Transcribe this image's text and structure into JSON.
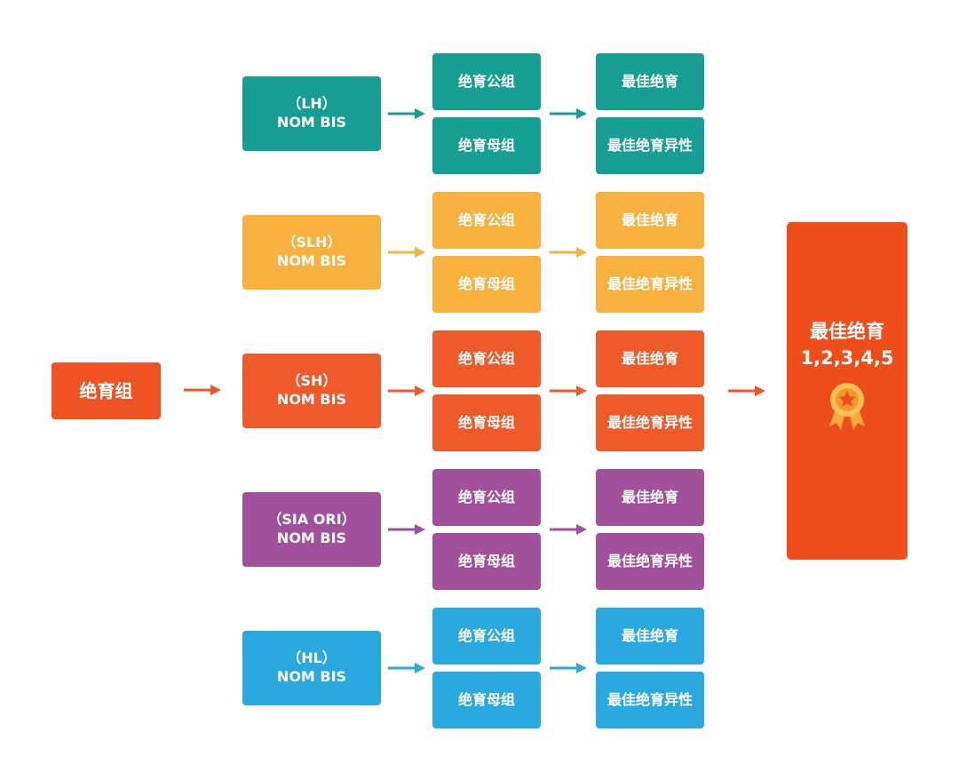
{
  "root": {
    "label": "绝育组",
    "color": "#EF5323"
  },
  "groups": [
    {
      "id": "lh",
      "line1": "（LH）",
      "line2": "NOM BIS",
      "color": "#179E92",
      "sub": [
        "绝育公组",
        "绝育母组"
      ],
      "res": [
        "最佳绝育",
        "最佳绝育异性"
      ]
    },
    {
      "id": "slh",
      "line1": "（SLH）",
      "line2": "NOM BIS",
      "color": "#F8B13E",
      "sub": [
        "绝育公组",
        "绝育母组"
      ],
      "res": [
        "最佳绝育",
        "最佳绝育异性"
      ]
    },
    {
      "id": "sh",
      "line1": "（SH）",
      "line2": "NOM BIS",
      "color": "#EF5A2A",
      "sub": [
        "绝育公组",
        "绝育母组"
      ],
      "res": [
        "最佳绝育",
        "最佳绝育异性"
      ]
    },
    {
      "id": "sia",
      "line1": "（SIA ORI）",
      "line2": "NOM BIS",
      "color": "#A1509B",
      "sub": [
        "绝育公组",
        "绝育母组"
      ],
      "res": [
        "最佳绝育",
        "最佳绝育异性"
      ]
    },
    {
      "id": "hl",
      "line1": "（HL）",
      "line2": "NOM BIS",
      "color": "#2AA8E0",
      "sub": [
        "绝育公组",
        "绝育母组"
      ],
      "res": [
        "最佳绝育",
        "最佳绝育异性"
      ]
    }
  ],
  "final": {
    "line1": "最佳绝育",
    "line2": "1,2,3,4,5",
    "color": "#EF4E1B",
    "icon": "award-medal-icon"
  }
}
